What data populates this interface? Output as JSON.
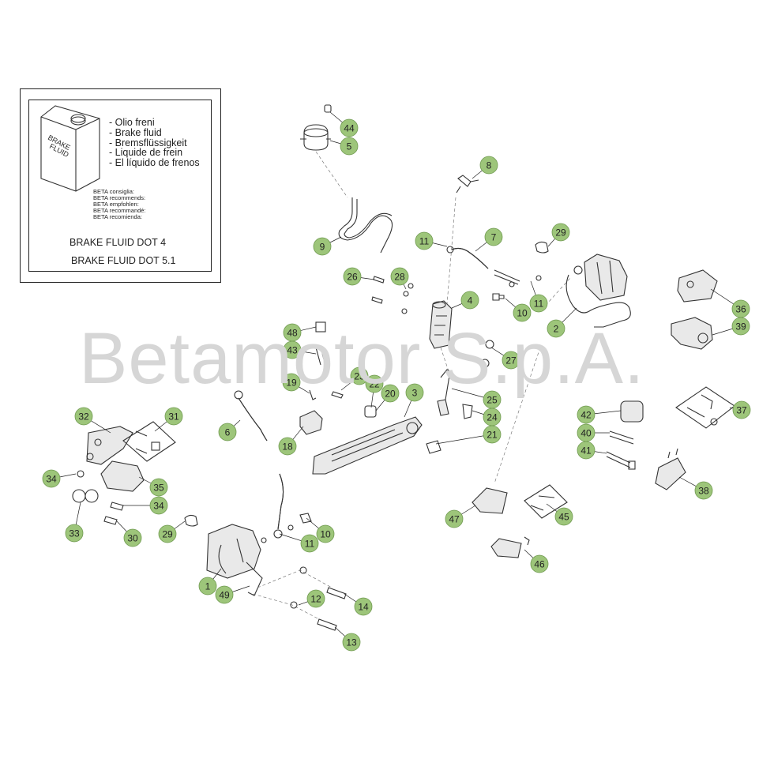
{
  "watermark": "Betamotor S.p.A.",
  "legend": {
    "can_text": [
      "BRAKE",
      "FLUID"
    ],
    "languages": [
      "- Olio freni",
      "- Brake fluid",
      "- Bremsflüssigkeit",
      "- Liquide de frein",
      "- El líquido de frenos"
    ],
    "recommends": [
      "BETA consiglia:",
      "BETA recommends:",
      "BETA empfohlen:",
      "BETA recommandé:",
      "BETA recomienda:"
    ],
    "spec_1": "BRAKE FLUID DOT 4",
    "spec_2": "BRAKE FLUID DOT 5.1"
  },
  "colors": {
    "callout_fill": "#9dc57a",
    "callout_stroke": "#6f9a4f",
    "watermark": "#d6d6d6"
  },
  "callouts": [
    {
      "label": "44"
    },
    {
      "label": "5"
    },
    {
      "label": "8"
    },
    {
      "label": "9"
    },
    {
      "label": "11"
    },
    {
      "label": "7"
    },
    {
      "label": "29"
    },
    {
      "label": "26"
    },
    {
      "label": "28"
    },
    {
      "label": "4"
    },
    {
      "label": "10"
    },
    {
      "label": "11"
    },
    {
      "label": "2"
    },
    {
      "label": "36"
    },
    {
      "label": "39"
    },
    {
      "label": "48"
    },
    {
      "label": "43"
    },
    {
      "label": "27"
    },
    {
      "label": "23"
    },
    {
      "label": "19"
    },
    {
      "label": "22"
    },
    {
      "label": "20"
    },
    {
      "label": "3"
    },
    {
      "label": "25"
    },
    {
      "label": "24"
    },
    {
      "label": "6"
    },
    {
      "label": "18"
    },
    {
      "label": "21"
    },
    {
      "label": "42"
    },
    {
      "label": "37"
    },
    {
      "label": "40"
    },
    {
      "label": "41"
    },
    {
      "label": "32"
    },
    {
      "label": "31"
    },
    {
      "label": "34"
    },
    {
      "label": "35"
    },
    {
      "label": "34"
    },
    {
      "label": "33"
    },
    {
      "label": "30"
    },
    {
      "label": "29"
    },
    {
      "label": "10"
    },
    {
      "label": "11"
    },
    {
      "label": "1"
    },
    {
      "label": "49"
    },
    {
      "label": "12"
    },
    {
      "label": "14"
    },
    {
      "label": "13"
    },
    {
      "label": "47"
    },
    {
      "label": "45"
    },
    {
      "label": "46"
    },
    {
      "label": "38"
    }
  ]
}
